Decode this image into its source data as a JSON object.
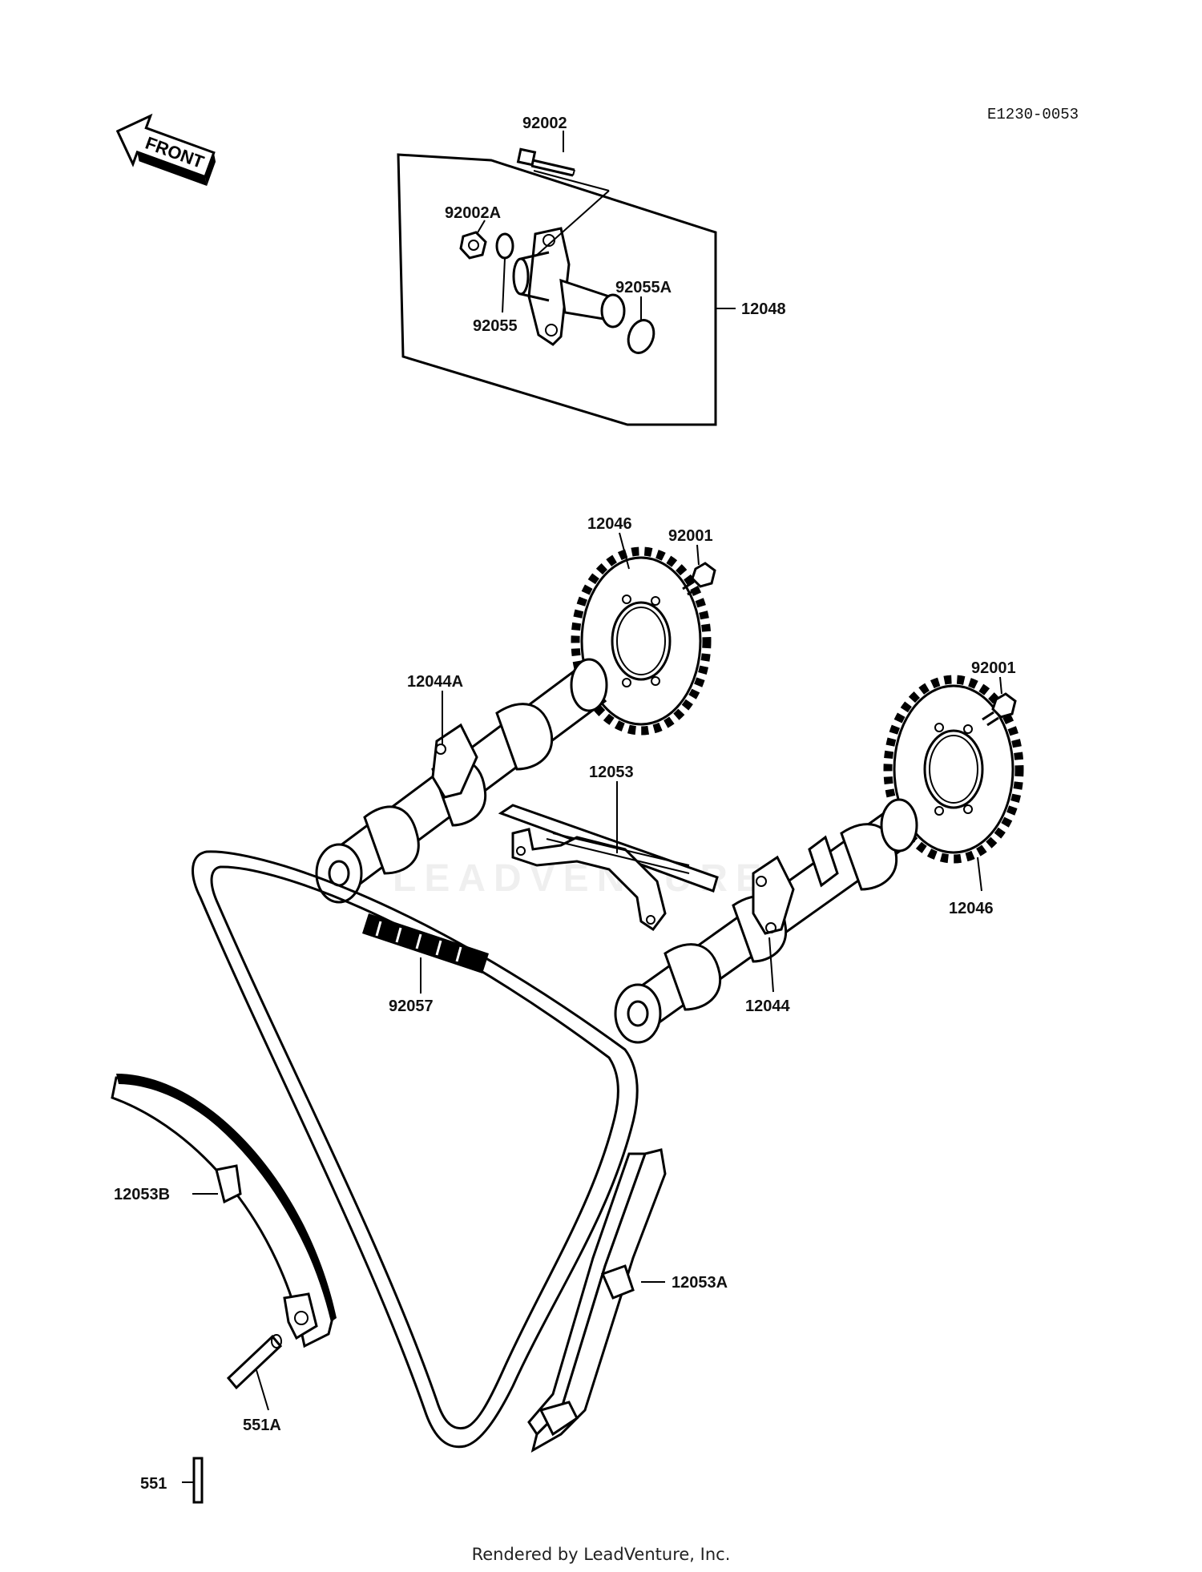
{
  "diagram_code": "E1230-0053",
  "front_label": "FRONT",
  "watermark": "LEADVENTURE",
  "footer": "Rendered by LeadVenture, Inc.",
  "parts": {
    "p92002": "92002",
    "p92002A": "92002A",
    "p92055": "92055",
    "p92055A": "92055A",
    "p12048": "12048",
    "p12046_top": "12046",
    "p92001_top": "92001",
    "p92001_right": "92001",
    "p12044A": "12044A",
    "p12053": "12053",
    "p12046_right": "12046",
    "p92057": "92057",
    "p12044": "12044",
    "p12053B": "12053B",
    "p12053A": "12053A",
    "p551A": "551A",
    "p551": "551"
  }
}
